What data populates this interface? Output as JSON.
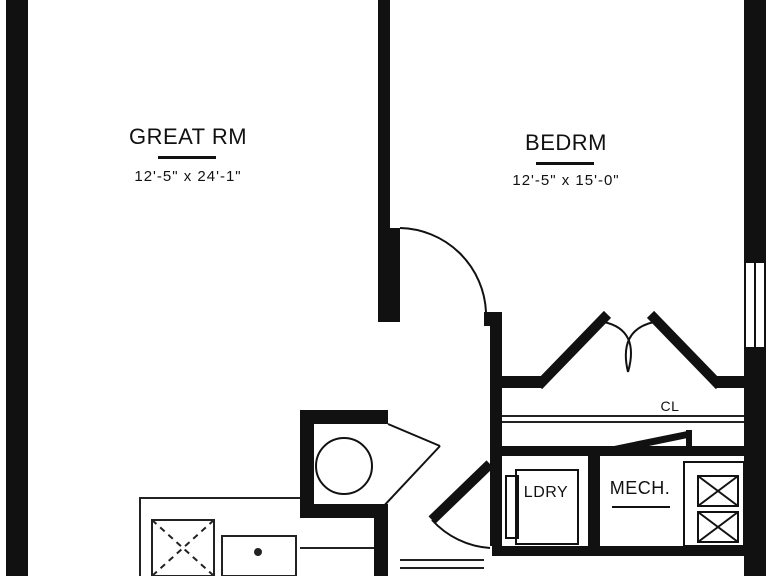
{
  "rooms": {
    "great_rm": {
      "name": "GREAT RM",
      "dimensions": "12'-5\" x 24'-1\""
    },
    "bedrm": {
      "name": "BEDRM",
      "dimensions": "12'-5\" x 15'-0\""
    },
    "closet": {
      "name": "CL"
    },
    "laundry": {
      "name": "LDRY"
    },
    "mechanical": {
      "name": "MECH."
    }
  },
  "colors": {
    "wall": "#111111",
    "background": "#ffffff",
    "line": "#222222"
  }
}
